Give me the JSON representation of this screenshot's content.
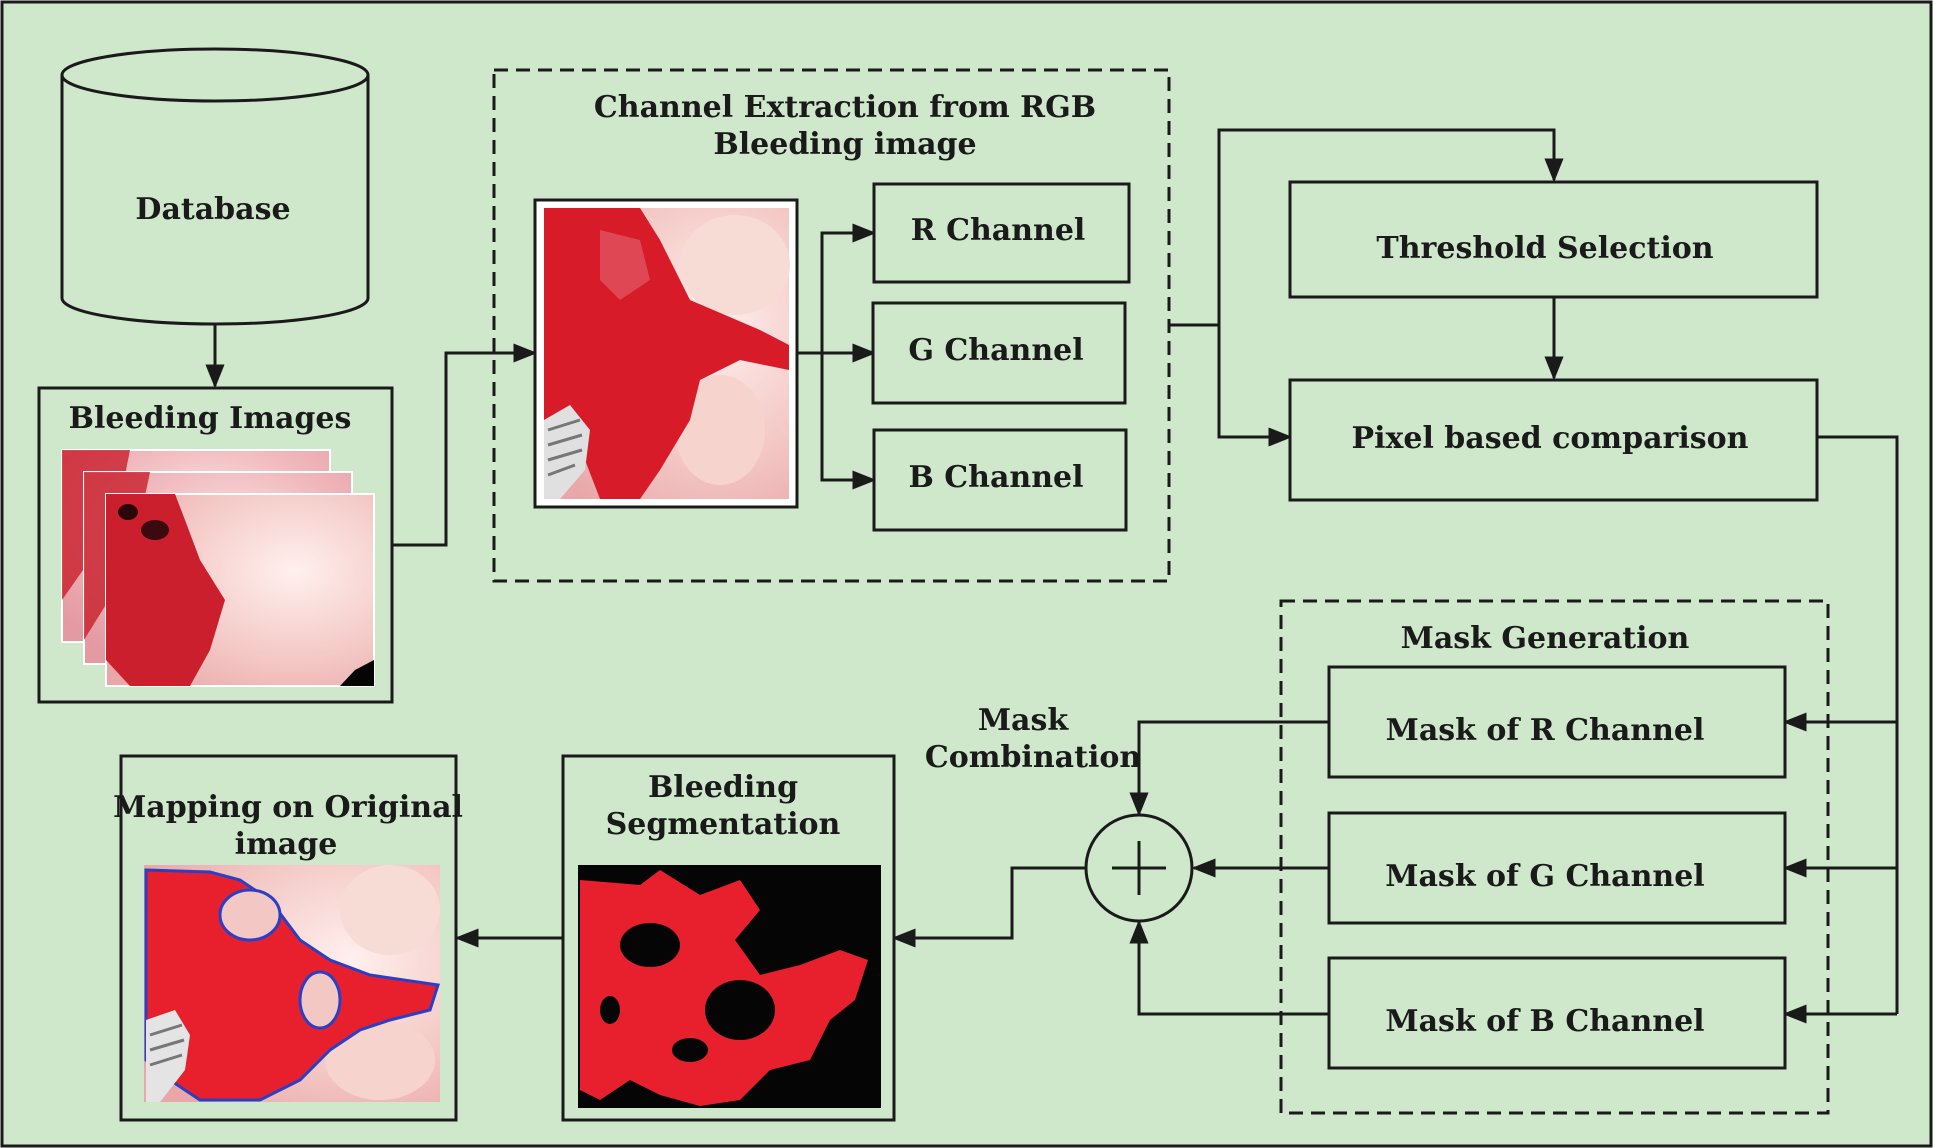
{
  "colors": {
    "background": "#cfe8cc",
    "stroke": "#1a1a1a",
    "blood_red": "#d9202a",
    "tissue_pink": "#f2c6c6",
    "contour_blue": "#2b3fc4",
    "mask_black": "#050505"
  },
  "database": {
    "label": "Database"
  },
  "bleeding_images": {
    "label": "Bleeding Images"
  },
  "channel_extraction": {
    "title_line1": "Channel Extraction from RGB",
    "title_line2": "Bleeding image",
    "r_channel": "R Channel",
    "g_channel": "G Channel",
    "b_channel": "B  Channel"
  },
  "threshold_selection": {
    "label": "Threshold Selection"
  },
  "pixel_comparison": {
    "label": "Pixel based comparison"
  },
  "mask_generation": {
    "title": "Mask Generation",
    "mask_r": "Mask of R Channel",
    "mask_g": "Mask of G Channel",
    "mask_b": "Mask of B Channel"
  },
  "mask_combination": {
    "line1": "Mask",
    "line2": "Combination",
    "symbol": "plus-circle-icon"
  },
  "bleeding_segmentation": {
    "line1": "Bleeding",
    "line2": "Segmentation"
  },
  "mapping": {
    "line1": "Mapping on Original",
    "line2": "image"
  }
}
